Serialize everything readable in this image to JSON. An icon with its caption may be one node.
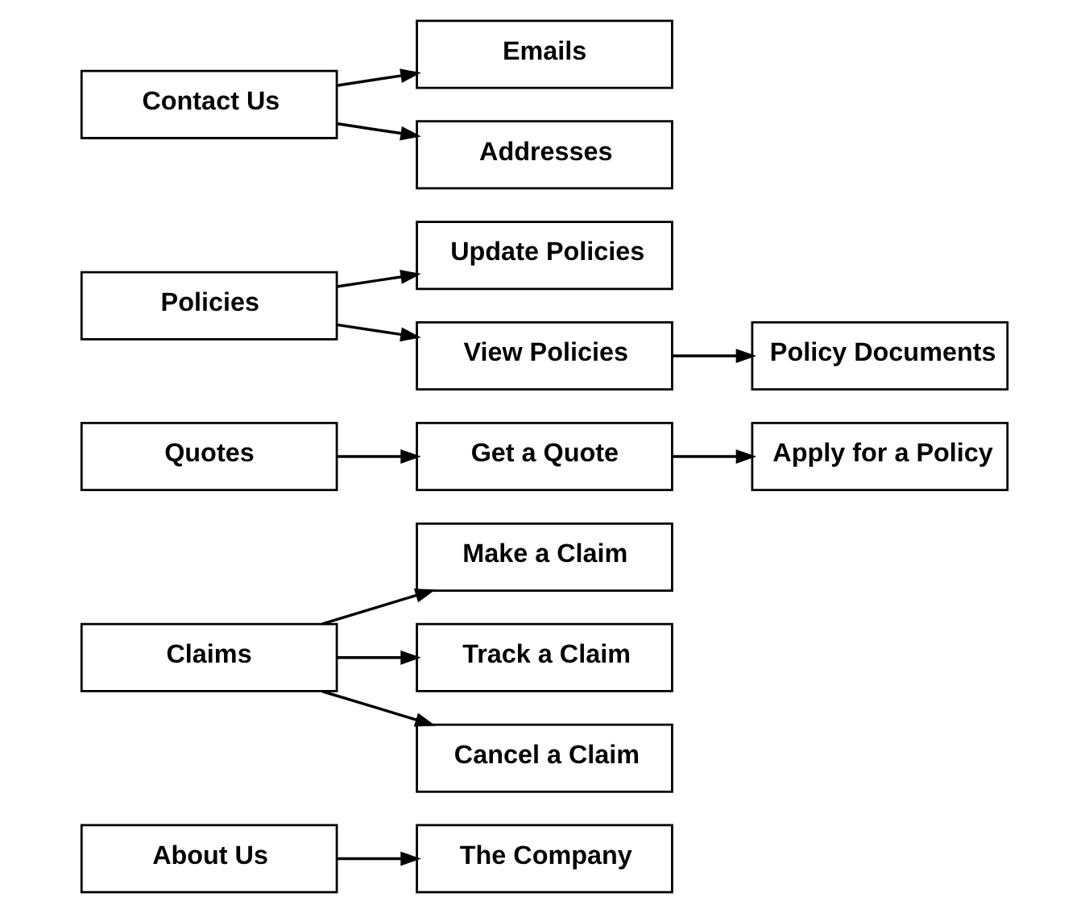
{
  "diagram": {
    "nodes": [
      {
        "text": [
          "About Us"
        ]
      },
      {
        "text": [
          "The Company"
        ]
      },
      {
        "text": [
          "Claims"
        ]
      },
      {
        "text": [
          "Make a Claim"
        ]
      },
      {
        "text": [
          "Track a Claim"
        ]
      },
      {
        "text": [
          "Cancel a Claim"
        ]
      },
      {
        "text": [
          "Quotes"
        ]
      },
      {
        "text": [
          "Get a Quote"
        ]
      },
      {
        "text": [
          "Apply for a Policy"
        ]
      },
      {
        "text": [
          "Policies"
        ]
      },
      {
        "text": [
          "Update Policies"
        ]
      },
      {
        "text": [
          "View Policies"
        ]
      },
      {
        "text": [
          "Policy Documents"
        ]
      },
      {
        "text": [
          "Contact Us"
        ]
      },
      {
        "text": [
          "Emails"
        ]
      },
      {
        "text": [
          "Addresses"
        ]
      }
    ],
    "edges": [
      {
        "from": 0,
        "to": 1,
        "arrow": "to"
      },
      {
        "from": 2,
        "to": 3,
        "arrow": "to"
      },
      {
        "from": 2,
        "to": 4,
        "arrow": "to"
      },
      {
        "from": 2,
        "to": 5,
        "arrow": "to"
      },
      {
        "from": 6,
        "to": 7,
        "arrow": "to"
      },
      {
        "from": 7,
        "to": 8,
        "arrow": "to"
      },
      {
        "from": 9,
        "to": 10,
        "arrow": "to"
      },
      {
        "from": 9,
        "to": 11,
        "arrow": "to"
      },
      {
        "from": 11,
        "to": 12,
        "arrow": "to"
      },
      {
        "from": 13,
        "to": 14,
        "arrow": "to"
      },
      {
        "from": 13,
        "to": 15,
        "arrow": "to"
      }
    ]
  }
}
